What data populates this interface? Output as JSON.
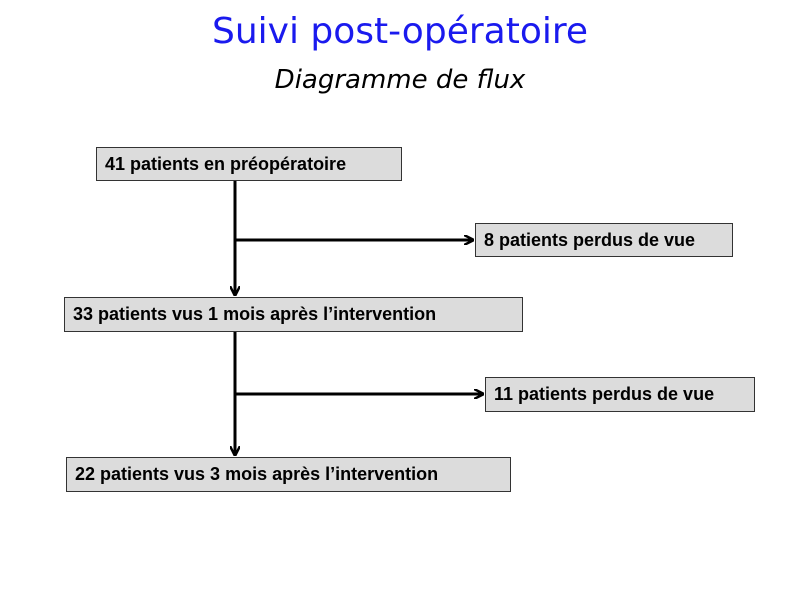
{
  "header": {
    "title": "Suivi post-opératoire",
    "subtitle": "Diagramme de flux"
  },
  "flow": {
    "steps": [
      {
        "label": "41 patients en préopératoire"
      },
      {
        "label": "8 patients perdus de vue"
      },
      {
        "label": "33 patients vus 1 mois après l’intervention"
      },
      {
        "label": "11 patients perdus de vue"
      },
      {
        "label": "22 patients vus 3 mois après l’intervention"
      }
    ]
  },
  "colors": {
    "title": "#1a1aee",
    "box_fill": "#dcdcdc",
    "box_border": "#333333",
    "connector": "#000000"
  }
}
